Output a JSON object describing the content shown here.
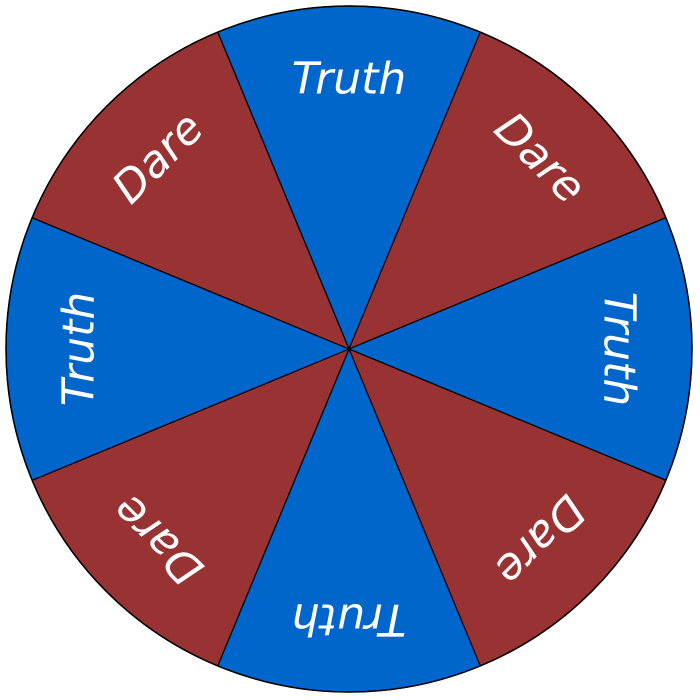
{
  "wheel": {
    "colors": {
      "truth": "#0066CC",
      "dare": "#993333",
      "text": "#FFFFFF",
      "stroke": "#000000"
    },
    "segments": [
      {
        "label": "Truth",
        "type": "truth"
      },
      {
        "label": "Dare",
        "type": "dare"
      },
      {
        "label": "Truth",
        "type": "truth"
      },
      {
        "label": "Dare",
        "type": "dare"
      },
      {
        "label": "Truth",
        "type": "truth"
      },
      {
        "label": "Dare",
        "type": "dare"
      },
      {
        "label": "Truth",
        "type": "truth"
      },
      {
        "label": "Dare",
        "type": "dare"
      }
    ]
  }
}
